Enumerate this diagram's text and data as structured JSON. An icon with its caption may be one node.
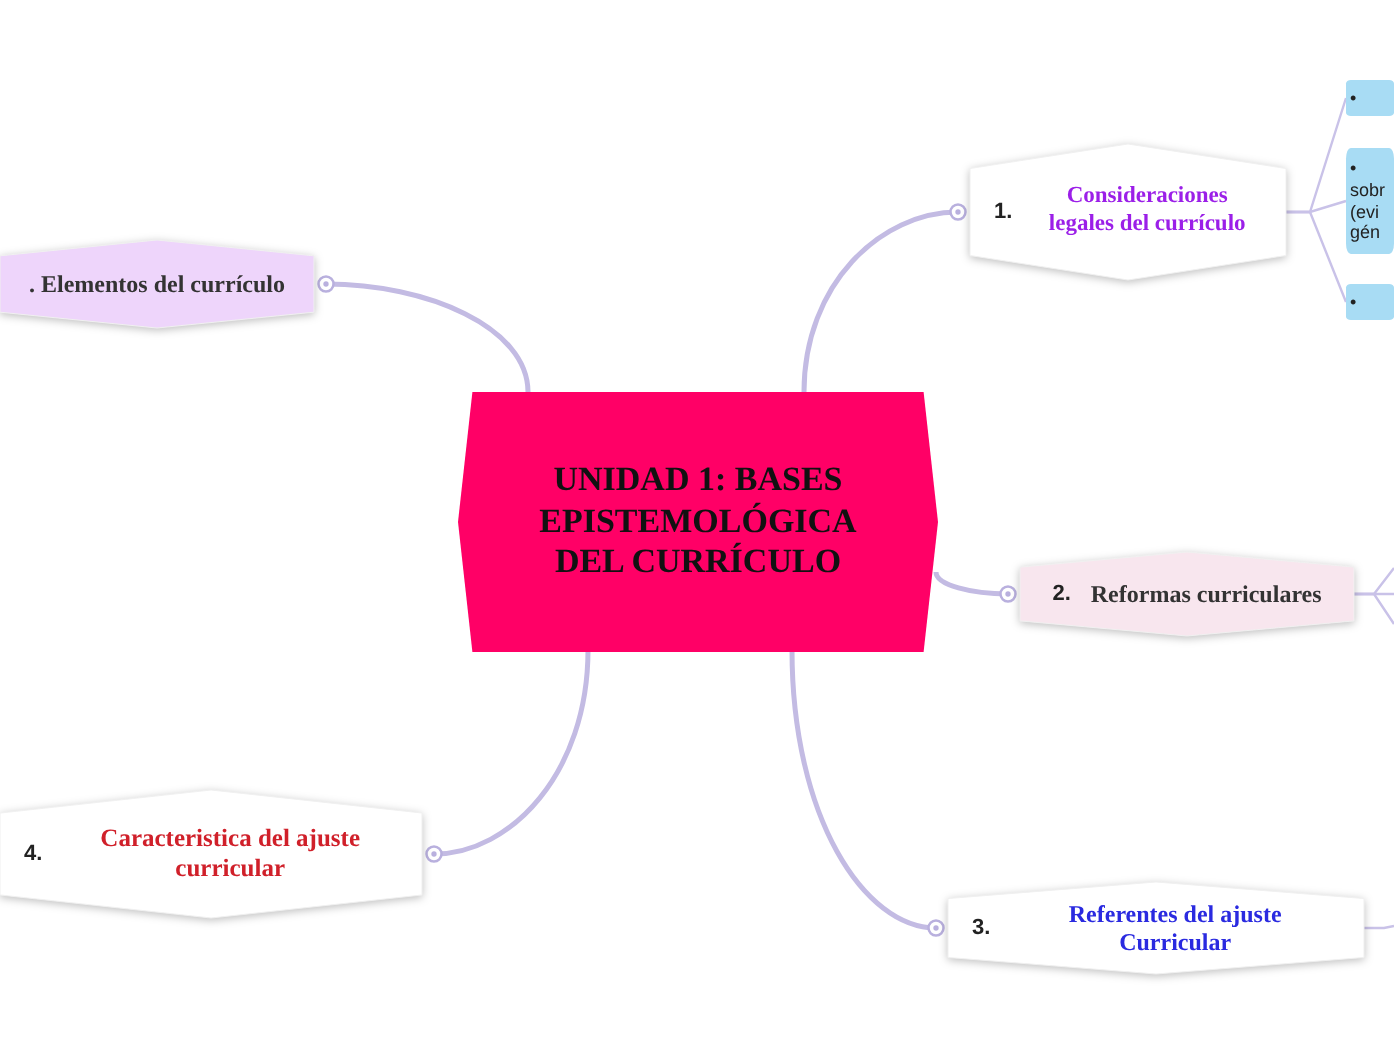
{
  "diagram": {
    "nodes": [
      {
        "text": [
          "UNIDAD 1: BASES EPISTEMOLÓGICA DEL CURRÍCULO"
        ]
      },
      {
        "text": [
          "1.",
          "Consideraciones legales del currículo"
        ]
      },
      {
        "text": [
          "•"
        ]
      },
      {
        "text": [
          "• sobr (evi gén"
        ]
      },
      {
        "text": [
          "•"
        ]
      },
      {
        "text": [
          "2.",
          "Reformas curriculares"
        ]
      },
      {
        "text": [
          "3.",
          "Referentes del ajuste Curricular"
        ]
      },
      {
        "text": [
          "4.",
          "Caracteristica del ajuste curricular"
        ]
      },
      {
        "text": [
          ". Elementos del currículo"
        ]
      }
    ],
    "edges": [
      {
        "from": 0,
        "to": 1,
        "arrow": "other"
      },
      {
        "from": 0,
        "to": 5,
        "arrow": "other"
      },
      {
        "from": 0,
        "to": 6,
        "arrow": "other"
      },
      {
        "from": 0,
        "to": 7,
        "arrow": "other"
      },
      {
        "from": 0,
        "to": 8,
        "arrow": "other"
      },
      {
        "from": 1,
        "to": 2,
        "arrow": "none"
      },
      {
        "from": 1,
        "to": 3,
        "arrow": "none"
      },
      {
        "from": 1,
        "to": 4,
        "arrow": "none"
      },
      {
        "from": 5,
        "to": null,
        "arrow": "none"
      },
      {
        "from": 5,
        "to": null,
        "arrow": "none"
      },
      {
        "from": 5,
        "to": null,
        "arrow": "none"
      },
      {
        "from": 6,
        "to": null,
        "arrow": "none"
      }
    ]
  }
}
